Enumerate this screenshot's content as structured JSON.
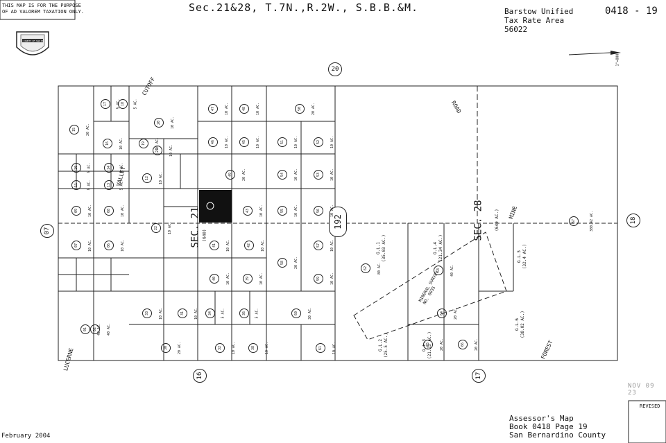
{
  "header": {
    "disclaimer": [
      "THIS MAP IS FOR THE PURPOSE",
      "OF AD VALOREM TAXATION ONLY."
    ],
    "title": "Sec.21&28, T.7N.,R.2W., S.B.B.&M.",
    "district": [
      "Barstow Unified",
      "Tax Rate Area",
      "56022"
    ],
    "map_number": "0418 - 19",
    "scale": "1\"=800'"
  },
  "seal": {
    "text": "COUNTY OF SAN BERNARDINO"
  },
  "adjacent_pages": {
    "top": "20",
    "left": "07",
    "right": "18",
    "bottom_left": "16",
    "bottom_right": "17"
  },
  "road_labels": {
    "cutoff": "CUTOFF",
    "valley": "VALLEY",
    "road": "ROAD",
    "mine": "MINE",
    "lucerne": "LUCERNE",
    "forest": "FOREST",
    "route": "192"
  },
  "section_labels": {
    "sec21": "SEC. 21",
    "sec28": "SEC. 28",
    "area21": "(640)",
    "area28": "(640 AC.)"
  },
  "parcels": [
    {
      "n": "15",
      "a": "20 AC."
    },
    {
      "n": "17",
      "a": "5 AC."
    },
    {
      "n": "18",
      "a": "5 AC."
    },
    {
      "n": "19",
      "a": "10 AC."
    },
    {
      "n": "20",
      "a": "10 AC."
    },
    {
      "n": "16",
      "a": "10 AC."
    },
    {
      "n": "21",
      "a": "10 AC."
    },
    {
      "n": "47",
      "a": "10 AC."
    },
    {
      "n": "48",
      "a": "10 AC."
    },
    {
      "n": "50",
      "a": "20 AC."
    },
    {
      "n": "46",
      "a": "10 AC."
    },
    {
      "n": "45",
      "a": "10 AC."
    },
    {
      "n": "51",
      "a": "10 AC."
    },
    {
      "n": "52",
      "a": "10 AC."
    },
    {
      "n": "49",
      "a": "20 AC."
    },
    {
      "n": "54",
      "a": "10 AC."
    },
    {
      "n": "53",
      "a": "10 AC."
    },
    {
      "n": "10",
      "a": "5 AC."
    },
    {
      "n": "14",
      "a": "5 AC."
    },
    {
      "n": "11",
      "a": "5 AC."
    },
    {
      "n": "13",
      "a": "5 AC."
    },
    {
      "n": "12",
      "a": "10 AC."
    },
    {
      "n": "09",
      "a": "10 AC."
    },
    {
      "n": "08",
      "a": "10 AC."
    },
    {
      "n": "43",
      "a": "10 AC."
    },
    {
      "n": "55",
      "a": "10 AC."
    },
    {
      "n": "56",
      "a": "10 AC."
    },
    {
      "n": "07",
      "a": "10 AC."
    },
    {
      "n": "06",
      "a": "10 AC."
    },
    {
      "n": "41",
      "a": "10 AC."
    },
    {
      "n": "42",
      "a": "10 AC."
    },
    {
      "n": "58",
      "a": "20 AC."
    },
    {
      "n": "57",
      "a": "10 AC."
    },
    {
      "n": "59",
      "a": "10 AC."
    },
    {
      "n": "22",
      "a": "10 AC."
    },
    {
      "n": "02",
      "a": "40 AC."
    },
    {
      "n": "40",
      "a": "10 AC."
    },
    {
      "n": "39",
      "a": "10 AC."
    },
    {
      "n": "01",
      "a": "40 AC."
    },
    {
      "n": "33",
      "a": "10 AC."
    },
    {
      "n": "31",
      "a": "10 AC."
    },
    {
      "n": "34",
      "a": "5 AC."
    },
    {
      "n": "36",
      "a": "5 AC."
    },
    {
      "n": "60",
      "a": "30 AC."
    },
    {
      "n": "30",
      "a": "20 AC."
    },
    {
      "n": "32",
      "a": "10 AC."
    },
    {
      "n": "38",
      "a": "10 AC."
    },
    {
      "n": "61",
      "a": "10 AC."
    },
    {
      "n": "62",
      "a": "80 AC."
    },
    {
      "n": "63",
      "a": "40 AC."
    },
    {
      "n": "64",
      "a": "20 AC."
    },
    {
      "n": "65",
      "a": "20 AC."
    },
    {
      "n": "66",
      "a": "20 AC."
    },
    {
      "n": "67",
      "a": "380.42 AC."
    }
  ],
  "gov_lots": [
    {
      "n": "G.L.1",
      "a": "(35.03 AC.)"
    },
    {
      "n": "G.L.4",
      "a": "(21.34 AC.)"
    },
    {
      "n": "G.L.5",
      "a": "(32.4 AC.)"
    },
    {
      "n": "G.L.2",
      "a": "(25.5 AC.)"
    },
    {
      "n": "G.L.3",
      "a": "(21.33 AC.)"
    },
    {
      "n": "G.L.6",
      "a": "(38.02 AC.)"
    }
  ],
  "mineral_survey": [
    "MINERAL SURVEY",
    "NO. 6035"
  ],
  "footer": {
    "date": "February 2004",
    "stamp": "NOV 09 23",
    "revised": "REVISED",
    "caption": [
      "Assessor's Map",
      "Book 0418 Page 19",
      "San Bernardino County"
    ]
  }
}
